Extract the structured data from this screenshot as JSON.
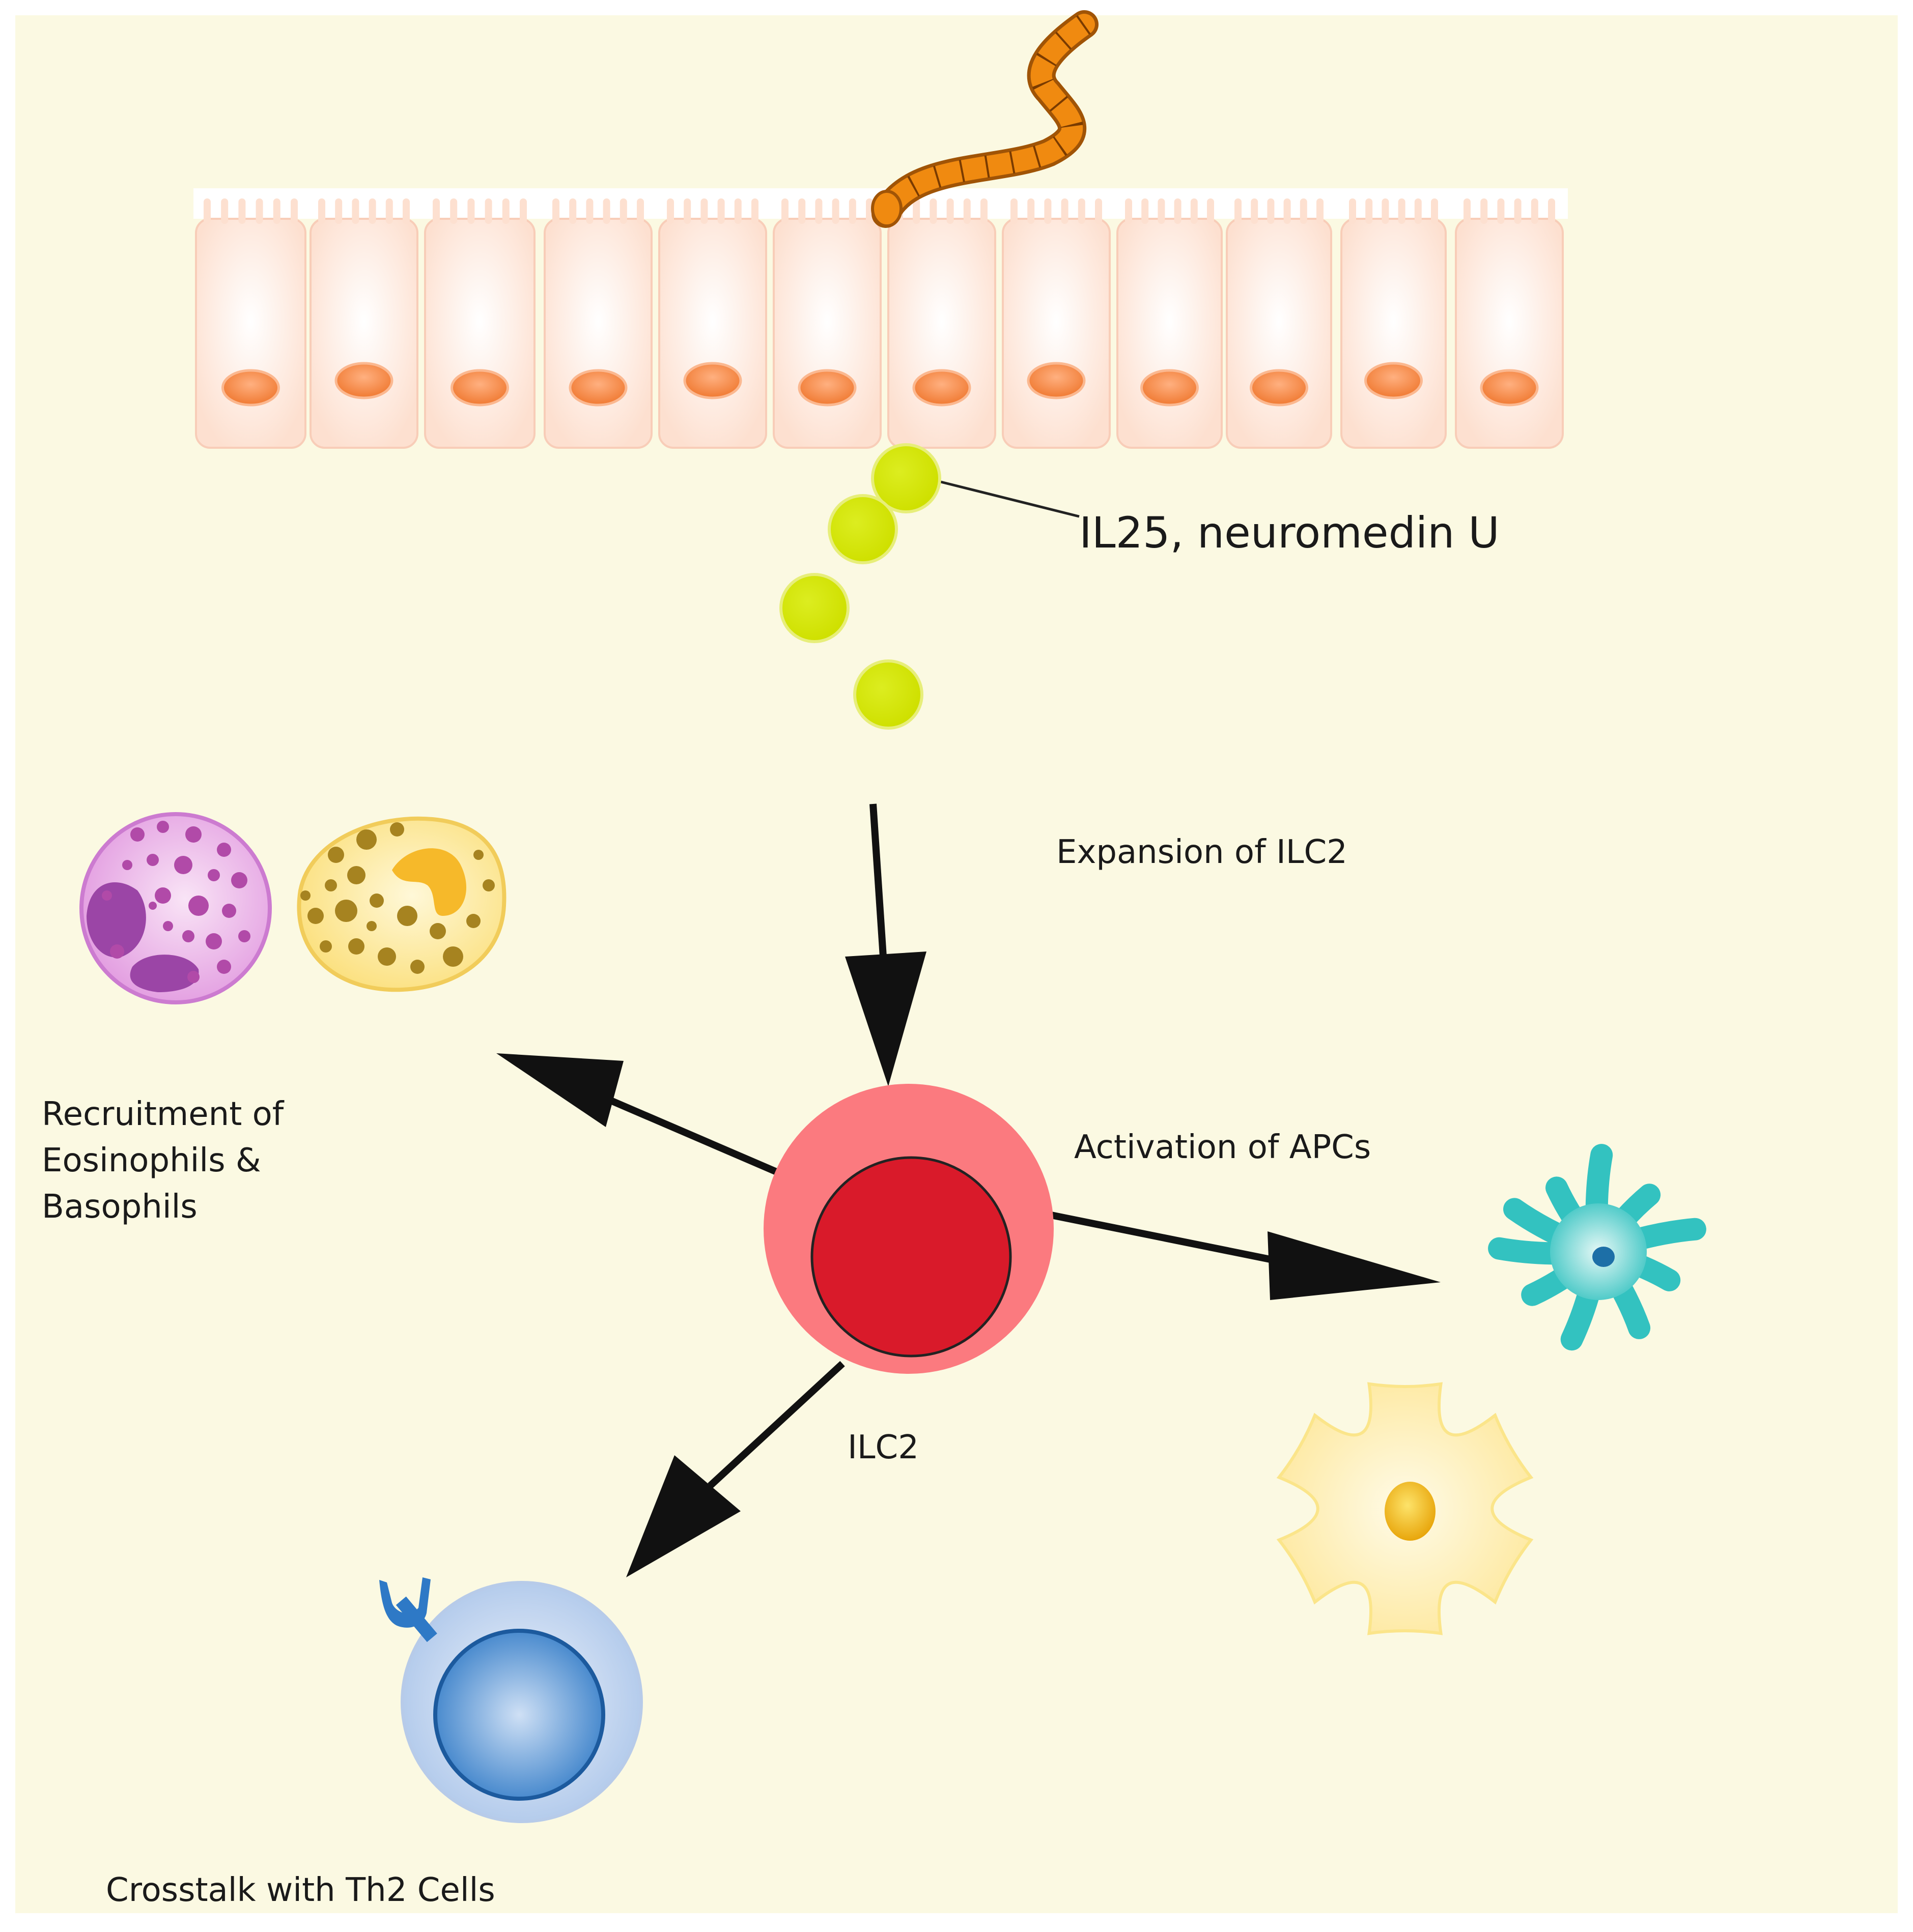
{
  "labels": {
    "cytokines": "IL25, neuromedin U",
    "expansion": "Expansion of ILC2",
    "recruitment_lines": [
      "Recruitment of",
      "Eosinophils &",
      "Basophils"
    ],
    "activation": "Activation of APCs",
    "ilc2": "ILC2",
    "crosstalk": "Crosstalk with Th2 Cells"
  },
  "colors": {
    "background": "#fbf9e2",
    "epithelial_cell": "#fde0d0",
    "epithelial_nucleus": "#f07a32",
    "worm": "#f08a10",
    "cytokine_ball": "#cfe000",
    "ilc2_outer": "#fb7a7f",
    "ilc2_inner": "#d91a2a",
    "eosinophil": "#e29be0",
    "basophil": "#fbe07e",
    "dendritic_cell": "#33c2c0",
    "macrophage": "#fde79a",
    "th2_cell": "#2e79c6",
    "arrow": "#111111"
  },
  "icons": {
    "parasite": "worm-icon",
    "eosinophil": "eosinophil-cell-icon",
    "basophil": "basophil-cell-icon",
    "dendritic": "dendritic-cell-icon",
    "macrophage": "macrophage-cell-icon",
    "th2": "th2-cell-icon"
  }
}
